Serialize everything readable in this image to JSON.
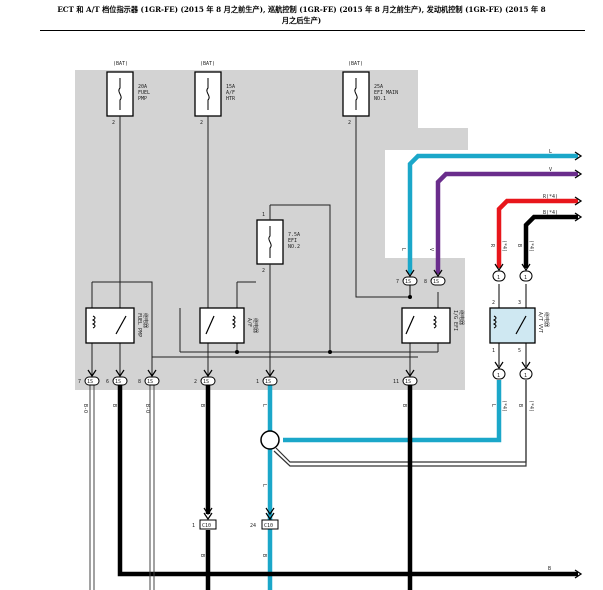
{
  "title": {
    "line1": "ECT 和 A/T 档位指示器 (1GR-FE) (2015 年 8 月之前生产), 巡航控制 (1GR-FE) (2015 年 8 月之前生产), 发动机控制 (1GR-FE) (2015 年 8",
    "line2": "月之后生产)"
  },
  "colors": {
    "ecu_box": "#d3d3d3",
    "wire_blue": "#1ba7c9",
    "wire_purple": "#6a2d8c",
    "wire_red": "#e8161b",
    "wire_black": "#000000",
    "relay_highlight": "#cfe8f2"
  },
  "fuses": [
    {
      "id": "fuel-pmp",
      "supply": "(BAT)",
      "rating": "20A",
      "name1": "FUEL",
      "name2": "PMP",
      "bottom_pin": "2"
    },
    {
      "id": "af-htr",
      "supply": "(BAT)",
      "rating": "15A",
      "name1": "A/F",
      "name2": "HTR",
      "bottom_pin": "2"
    },
    {
      "id": "efi-main",
      "supply": "(BAT)",
      "rating": "25A",
      "name1": "EFI MAIN",
      "name2": "NO.1",
      "bottom_pin": "2"
    },
    {
      "id": "efi-no2",
      "supply": "",
      "rating": "7.5A",
      "name1": "EFI",
      "name2": "NO.2",
      "top_pin": "1",
      "bottom_pin": "2"
    }
  ],
  "relays": [
    {
      "id": "fuel-pmp-relay",
      "label1": "FUEL PMP",
      "label2": "继电器"
    },
    {
      "id": "af-relay",
      "label1": "A/F",
      "label2": "继电器"
    },
    {
      "id": "efi-relay",
      "label1": "I/G EFI",
      "label2": "继电器"
    },
    {
      "id": "vvt-relay",
      "label1": "A/T VVT",
      "label2": "继电器",
      "pin_tl": "2",
      "pin_tr": "3",
      "pin_bl": "1",
      "pin_br": "5"
    }
  ],
  "connectors": {
    "bottom_row": [
      {
        "num": "7",
        "tag": "1S"
      },
      {
        "num": "6",
        "tag": "1S"
      },
      {
        "num": "8",
        "tag": "1S"
      },
      {
        "num": "2",
        "tag": "1S"
      },
      {
        "num": "1",
        "tag": "1S"
      },
      {
        "num": "11",
        "tag": "1S"
      }
    ],
    "top_right": [
      {
        "num": "7",
        "tag": "1S"
      },
      {
        "num": "8",
        "tag": "1S"
      }
    ],
    "vvt_top": [
      "1",
      "1"
    ],
    "vvt_bottom": [
      "1",
      "1"
    ],
    "lower": [
      {
        "num": "1",
        "tag": "C10"
      },
      {
        "num": "24",
        "tag": "C10"
      }
    ]
  },
  "wire_labels": {
    "right_edge": [
      "L",
      "V",
      "R(*4)",
      "B(*4)"
    ],
    "inside": [
      "L",
      "V",
      "R",
      "B",
      "(*4)",
      "(*4)"
    ],
    "down": [
      "B-O",
      "B",
      "B-O",
      "B",
      "L",
      "B",
      "L",
      "B",
      "(*4)",
      "(*4)",
      "L",
      "B",
      "B"
    ],
    "bottom_right": "B"
  }
}
